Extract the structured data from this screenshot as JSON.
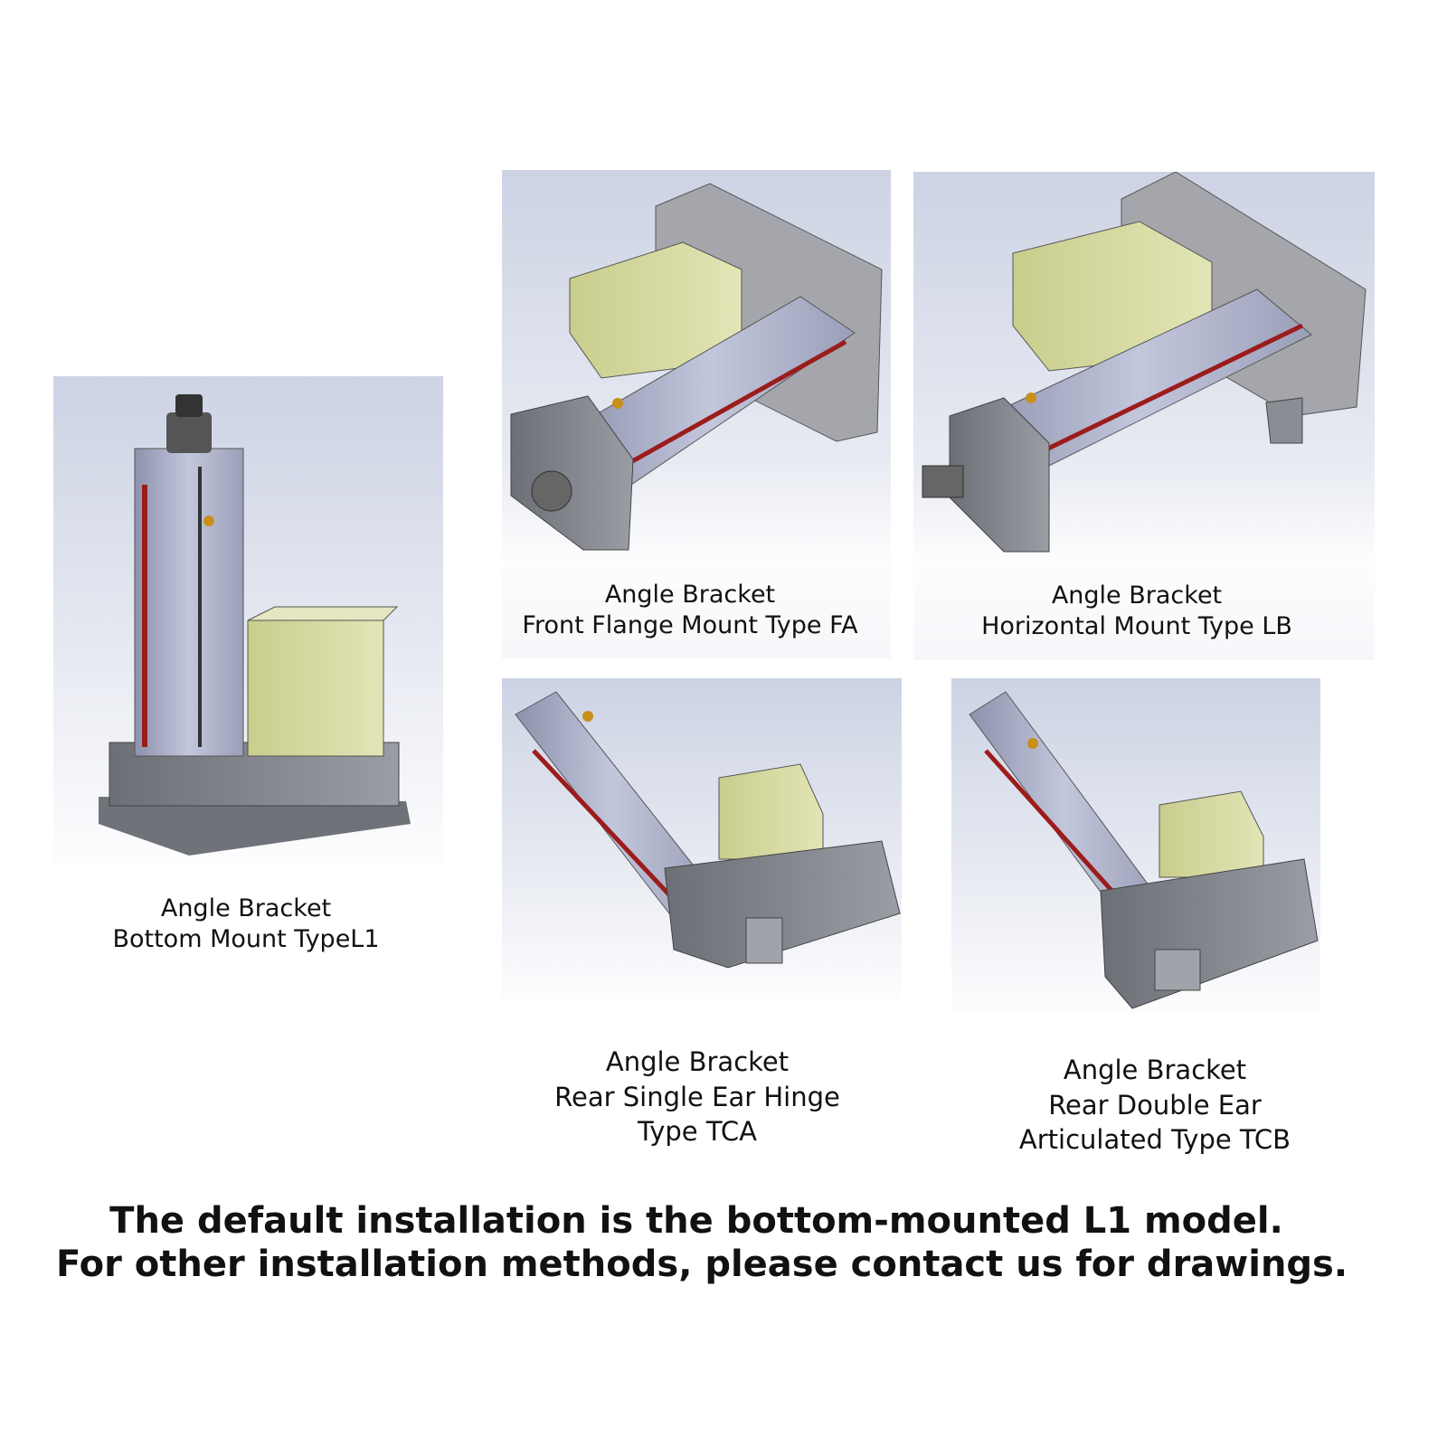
{
  "mounts": [
    {
      "id": "L1",
      "lines": [
        "Angle Bracket",
        "Bottom Mount TypeL1"
      ]
    },
    {
      "id": "FA",
      "lines": [
        "Angle Bracket",
        "Front Flange Mount Type FA"
      ]
    },
    {
      "id": "LB",
      "lines": [
        "Angle Bracket",
        "Horizontal Mount Type LB"
      ]
    },
    {
      "id": "TCA",
      "lines": [
        "Angle Bracket",
        "Rear Single Ear Hinge",
        "Type TCA"
      ]
    },
    {
      "id": "TCB",
      "lines": [
        "Angle Bracket",
        "Rear Double Ear",
        "Articulated Type TCB"
      ]
    }
  ],
  "footer": {
    "line1": "The default installation is the bottom-mounted L1 model.",
    "line2": "For other installation methods, please contact us for drawings."
  },
  "colors": {
    "body": "#a9aec6",
    "motor": "#d8dca4",
    "bracket": "#7c7f86",
    "accent_red": "#9c1c1c",
    "fitting": "#c8901a"
  }
}
